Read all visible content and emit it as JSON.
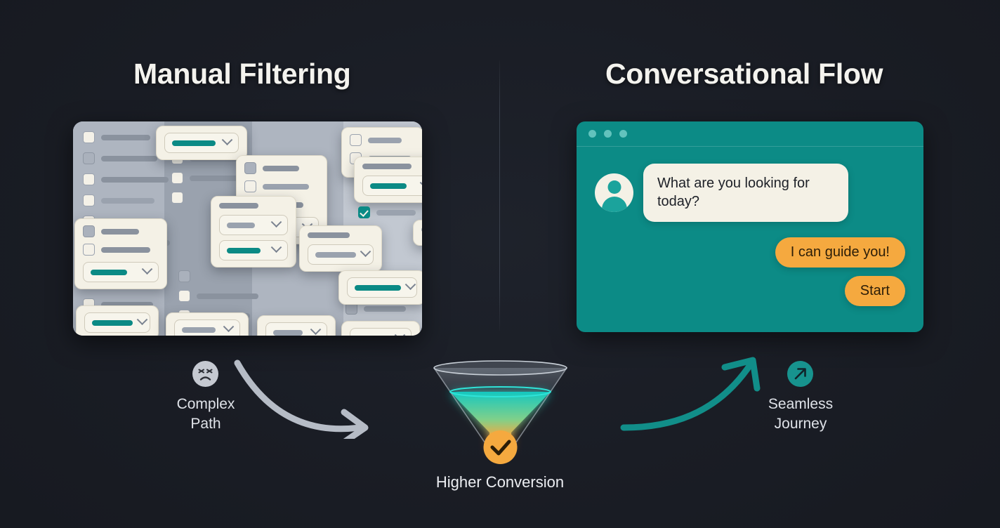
{
  "page": {
    "background_color": "#1b1e26",
    "accent_teal": "#0c8b86",
    "accent_orange": "#f5a93f"
  },
  "left_section": {
    "heading": "Manual Filtering",
    "panel_name": "manual-filtering-mockup",
    "caption": "Complex\nPath",
    "icon": "frustrated-face-icon"
  },
  "right_section": {
    "heading": "Conversational Flow",
    "caption": "Seamless\nJourney",
    "icon": "arrow-up-right-icon",
    "chat": {
      "titlebar_dots": 3,
      "messages": [
        {
          "role": "assistant",
          "text": "What are you looking for today?",
          "avatar": "user-avatar"
        },
        {
          "role": "user",
          "text": "I can guide you!"
        },
        {
          "role": "user",
          "text": "Start"
        }
      ]
    }
  },
  "center": {
    "funnel_caption": "Higher Conversion",
    "funnel_badge_icon": "check-circle-icon"
  },
  "arrows": {
    "left_arrow": "curved-arrow-right-gray",
    "right_arrow": "curved-arrow-up-teal"
  }
}
